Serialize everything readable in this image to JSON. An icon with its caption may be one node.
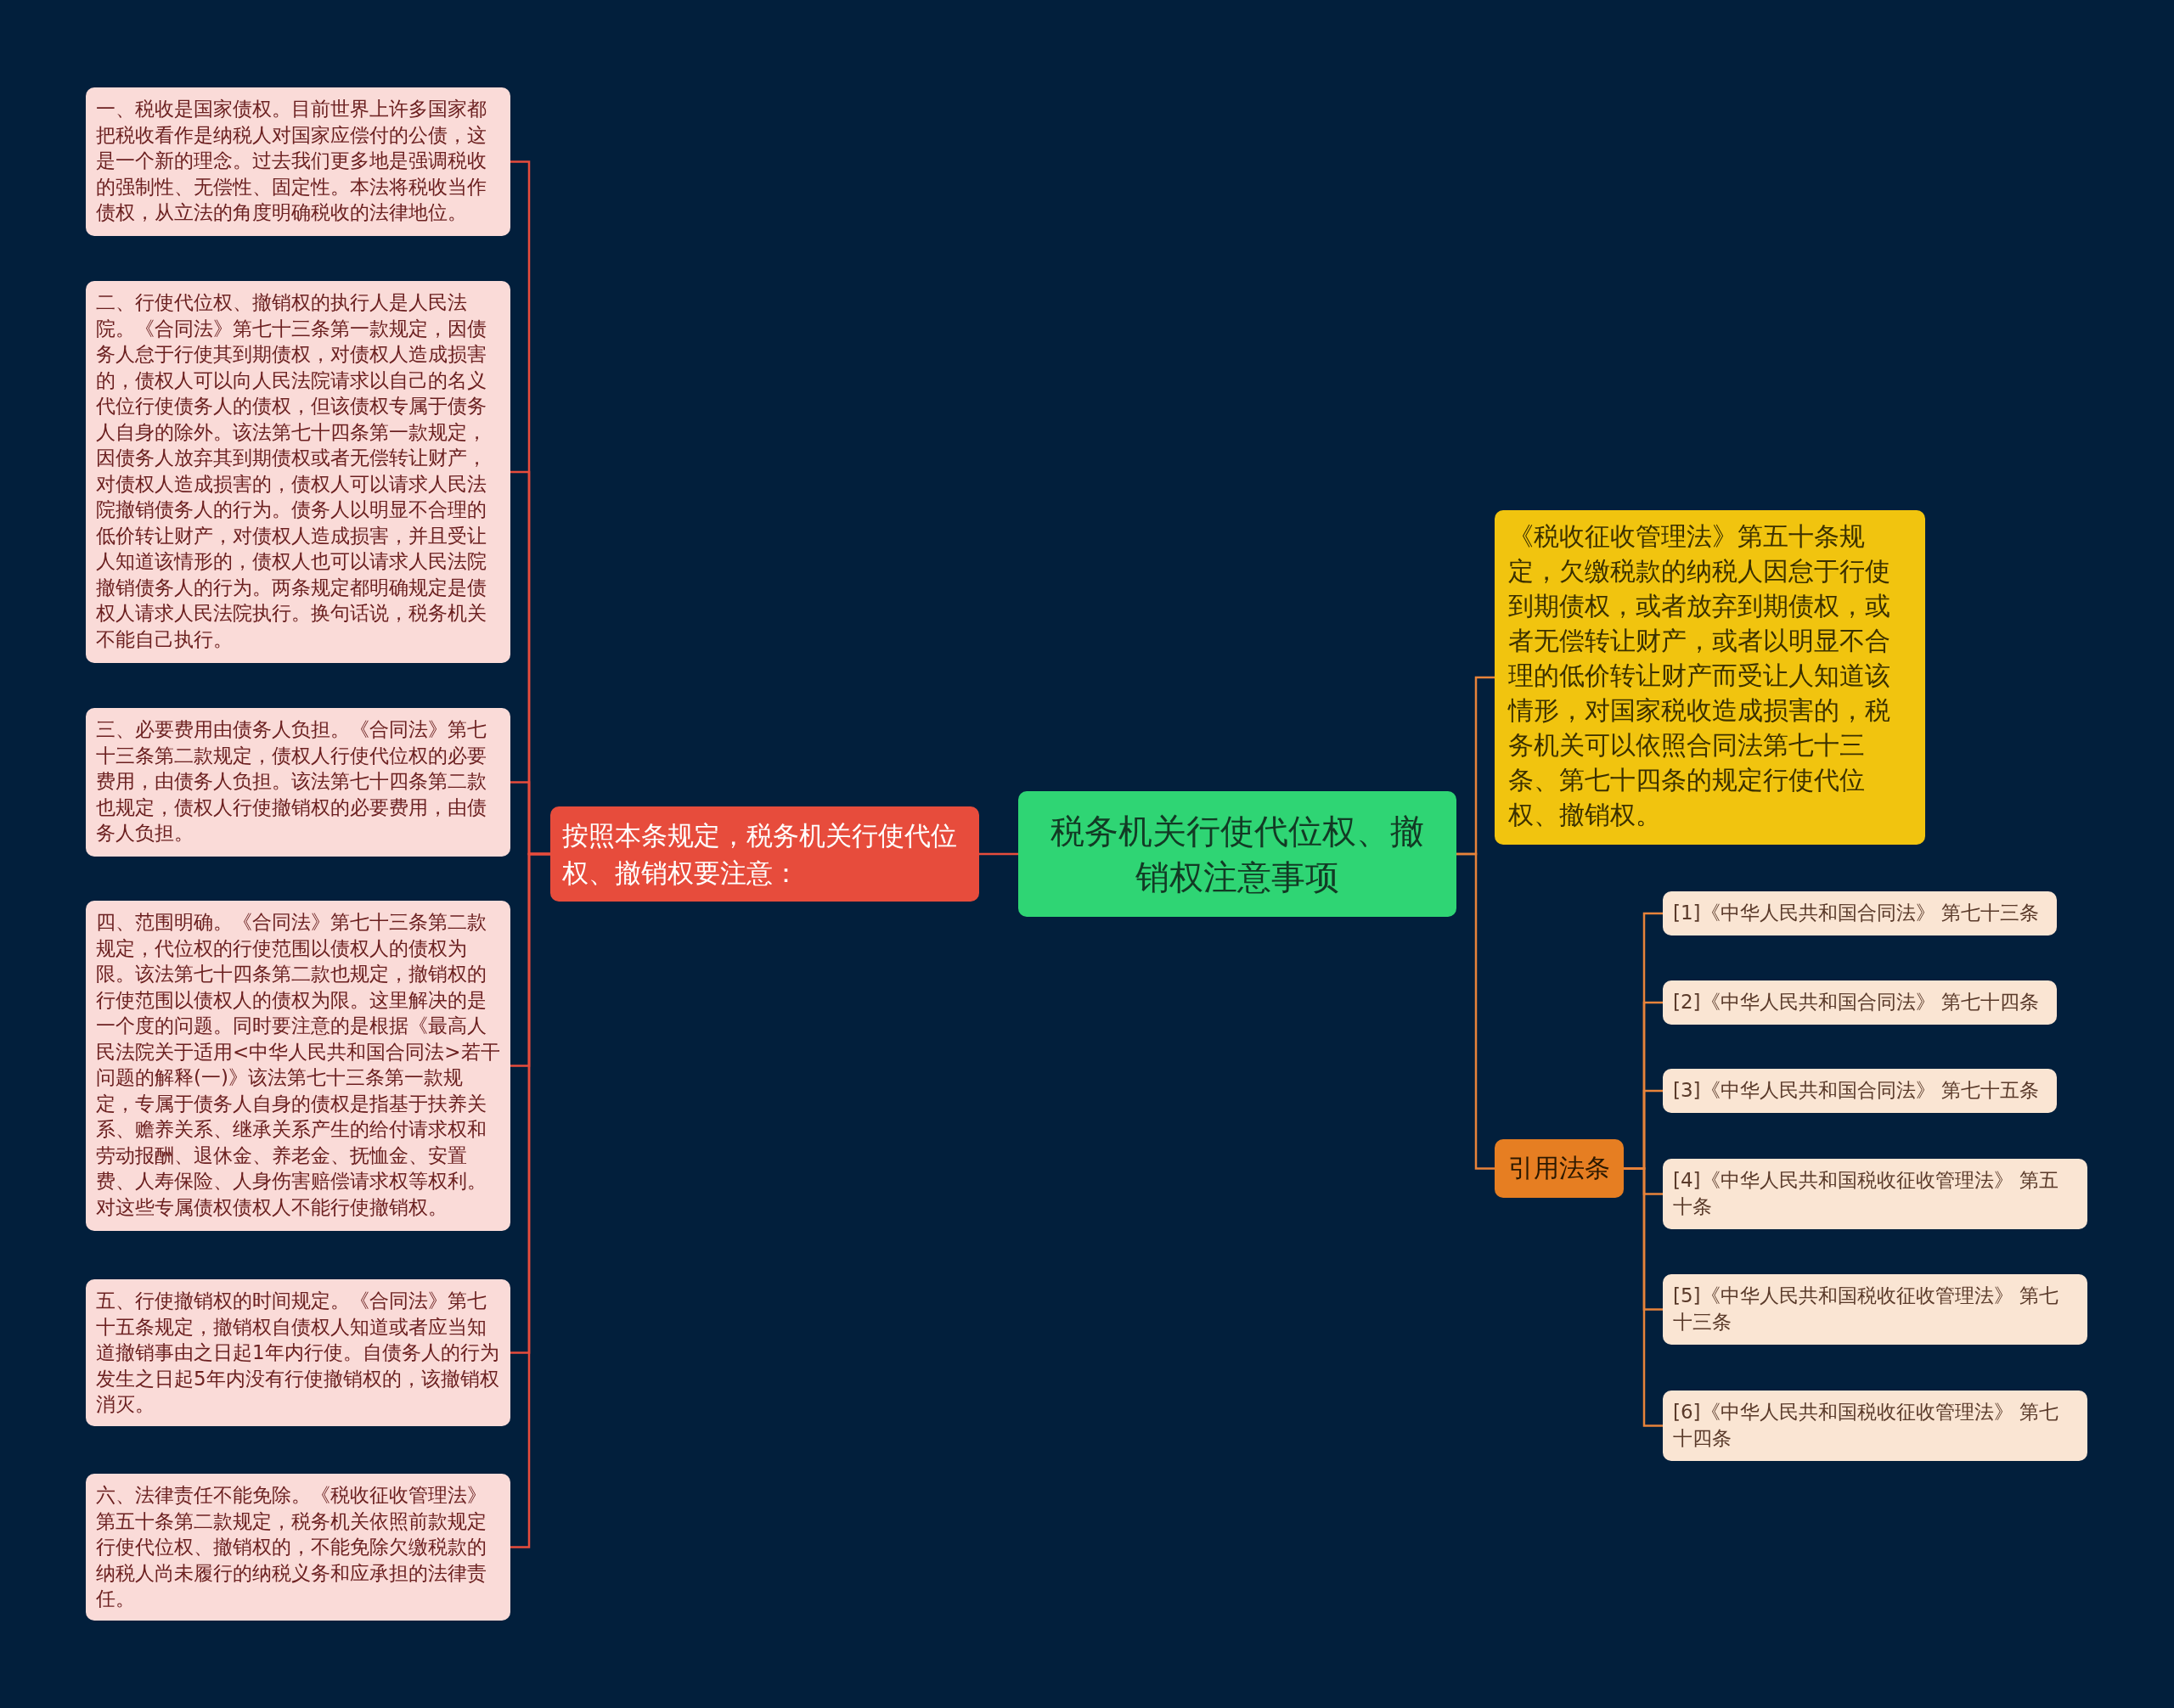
{
  "diagram": {
    "nodes": [
      {
        "text": [
          "税务机关行使代位权、撤销权注意事项"
        ]
      },
      {
        "text": [
          "按照本条规定，税务机关行使代位权、撤销权要注意："
        ]
      },
      {
        "text": [
          "一、税收是国家债权。目前世界上许多国家都把税收看作是纳税人对国家应偿付的公债，这是一个新的理念。过去我们更多地是强调税收的强制性、无偿性、固定性。本法将税收当作债权，从立法的角度明确税收的法律地位。"
        ]
      },
      {
        "text": [
          "二、行使代位权、撤销权的执行人是人民法院。《合同法》第七十三条第一款规定，因债务人怠于行使其到期债权，对债权人造成损害的，债权人可以向人民法院请求以自己的名义代位行使债务人的债权，但该债权专属于债务人自身的除外。该法第七十四条第一款规定，因债务人放弃其到期债权或者无偿转让财产，对债权人造成损害的，债权人可以请求人民法院撤销债务人的行为。债务人以明显不合理的低价转让财产，对债权人造成损害，并且受让人知道该情形的，债权人也可以请求人民法院撤销债务人的行为。两条规定都明确规定是债权人请求人民法院执行。换句话说，税务机关不能自己执行。"
        ]
      },
      {
        "text": [
          "三、必要费用由债务人负担。《合同法》第七十三条第二款规定，债权人行使代位权的必要费用，由债务人负担。该法第七十四条第二款也规定，债权人行使撤销权的必要费用，由债务人负担。"
        ]
      },
      {
        "text": [
          "四、范围明确。《合同法》第七十三条第二款规定，代位权的行使范围以债权人的债权为限。该法第七十四条第二款也规定，撤销权的行使范围以债权人的债权为限。这里解决的是一个度的问题。同时要注意的是根据《最高人民法院关于适用<中华人民共和国合同法>若干问题的解释(一)》该法第七十三条第一款规定，专属于债务人自身的债权是指基于扶养关系、赡养关系、继承关系产生的给付请求权和劳动报酬、退休金、养老金、抚恤金、安置费、人寿保险、人身伤害赔偿请求权等权利。对这些专属债权债权人不能行使撤销权。"
        ]
      },
      {
        "text": [
          "五、行使撤销权的时间规定。《合同法》第七十五条规定，撤销权自债权人知道或者应当知道撤销事由之日起1年内行使。自债务人的行为发生之日起5年内没有行使撤销权的，该撤销权消灭。"
        ]
      },
      {
        "text": [
          "六、法律责任不能免除。《税收征收管理法》第五十条第二款规定，税务机关依照前款规定行使代位权、撤销权的，不能免除欠缴税款的纳税人尚未履行的纳税义务和应承担的法律责任。"
        ]
      },
      {
        "text": [
          "《税收征收管理法》第五十条规定，欠缴税款的纳税人因怠于行使到期债权，或者放弃到期债权，或者无偿转让财产，或者以明显不合理的低价转让财产而受让人知道该情形，对国家税收造成损害的，税务机关可以依照合同法第七十三条、第七十四条的规定行使代位权、撤销权。"
        ]
      },
      {
        "text": [
          "引用法条"
        ]
      },
      {
        "text": [
          "[1]《中华人民共和国合同法》 第七十三条"
        ]
      },
      {
        "text": [
          "[2]《中华人民共和国合同法》 第七十四条"
        ]
      },
      {
        "text": [
          "[3]《中华人民共和国合同法》 第七十五条"
        ]
      },
      {
        "text": [
          "[4]《中华人民共和国税收征收管理法》 第五十条"
        ]
      },
      {
        "text": [
          "[5]《中华人民共和国税收征收管理法》 第七十三条"
        ]
      },
      {
        "text": [
          "[6]《中华人民共和国税收征收管理法》 第七十四条"
        ]
      }
    ],
    "edges": [
      {
        "from": 0,
        "to": 1,
        "arrow": "none",
        "color": "#e74c3c"
      },
      {
        "from": 1,
        "to": 2,
        "arrow": "none",
        "color": "#e74c3c"
      },
      {
        "from": 1,
        "to": 3,
        "arrow": "none",
        "color": "#e74c3c"
      },
      {
        "from": 1,
        "to": 4,
        "arrow": "none",
        "color": "#e74c3c"
      },
      {
        "from": 1,
        "to": 5,
        "arrow": "none",
        "color": "#e74c3c"
      },
      {
        "from": 1,
        "to": 6,
        "arrow": "none",
        "color": "#e74c3c"
      },
      {
        "from": 1,
        "to": 7,
        "arrow": "none",
        "color": "#e74c3c"
      },
      {
        "from": 0,
        "to": 8,
        "arrow": "none"
      },
      {
        "from": 0,
        "to": 9,
        "arrow": "none"
      },
      {
        "from": 9,
        "to": 10,
        "arrow": "none"
      },
      {
        "from": 9,
        "to": 11,
        "arrow": "none"
      },
      {
        "from": 9,
        "to": 12,
        "arrow": "none"
      },
      {
        "from": 9,
        "to": 13,
        "arrow": "none"
      },
      {
        "from": 9,
        "to": 14,
        "arrow": "none"
      },
      {
        "from": 9,
        "to": 15,
        "arrow": "none"
      }
    ]
  }
}
